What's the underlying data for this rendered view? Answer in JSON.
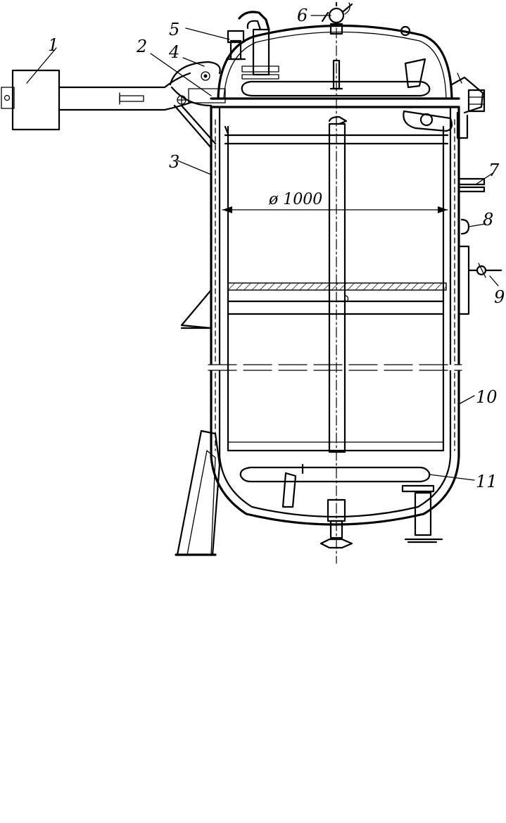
{
  "labels": {
    "l1": "1",
    "l2": "2",
    "l3": "3",
    "l4": "4",
    "l5": "5",
    "l6": "6",
    "l7": "7",
    "l8": "8",
    "l9": "9",
    "l10": "10",
    "l11": "11"
  },
  "dimension": "ø 1000"
}
